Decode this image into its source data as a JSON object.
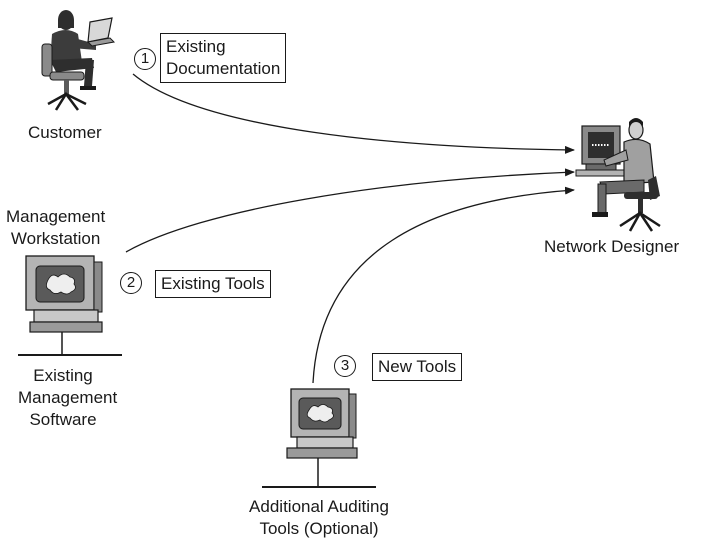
{
  "nodes": {
    "customer": {
      "label": "Customer"
    },
    "network_designer": {
      "label": "Network Designer"
    },
    "management_workstation": {
      "label_line1": "Management",
      "label_line2": "Workstation"
    },
    "existing_software": {
      "label_line1": "Existing",
      "label_line2": "Management",
      "label_line3": "Software"
    },
    "auditing_tools": {
      "label_line1": "Additional Auditing",
      "label_line2": "Tools (Optional)"
    }
  },
  "flows": [
    {
      "step": "1",
      "label_line1": "Existing",
      "label_line2": "Documentation"
    },
    {
      "step": "2",
      "label": "Existing Tools"
    },
    {
      "step": "3",
      "label": "New Tools"
    }
  ],
  "colors": {
    "line": "#1a1a1a",
    "monitor_gray": "#b4b4b4",
    "monitor_dark": "#5a5a5a",
    "person_dark": "#3c3c3c"
  }
}
